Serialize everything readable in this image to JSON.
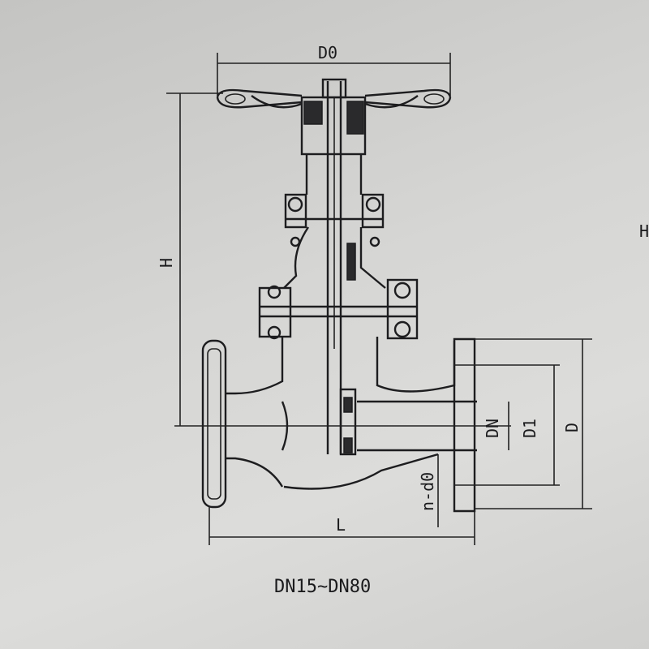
{
  "drawing": {
    "title": "Gate valve dimension drawing",
    "caption": "DN15~DN80",
    "labels": {
      "handwheel_diameter": "D0",
      "height": "H",
      "length": "L",
      "nominal_diameter": "DN",
      "bolt_circle": "D1",
      "flange_diameter": "D",
      "bolt_holes": "n-d0",
      "edge_fragment": "H"
    }
  }
}
